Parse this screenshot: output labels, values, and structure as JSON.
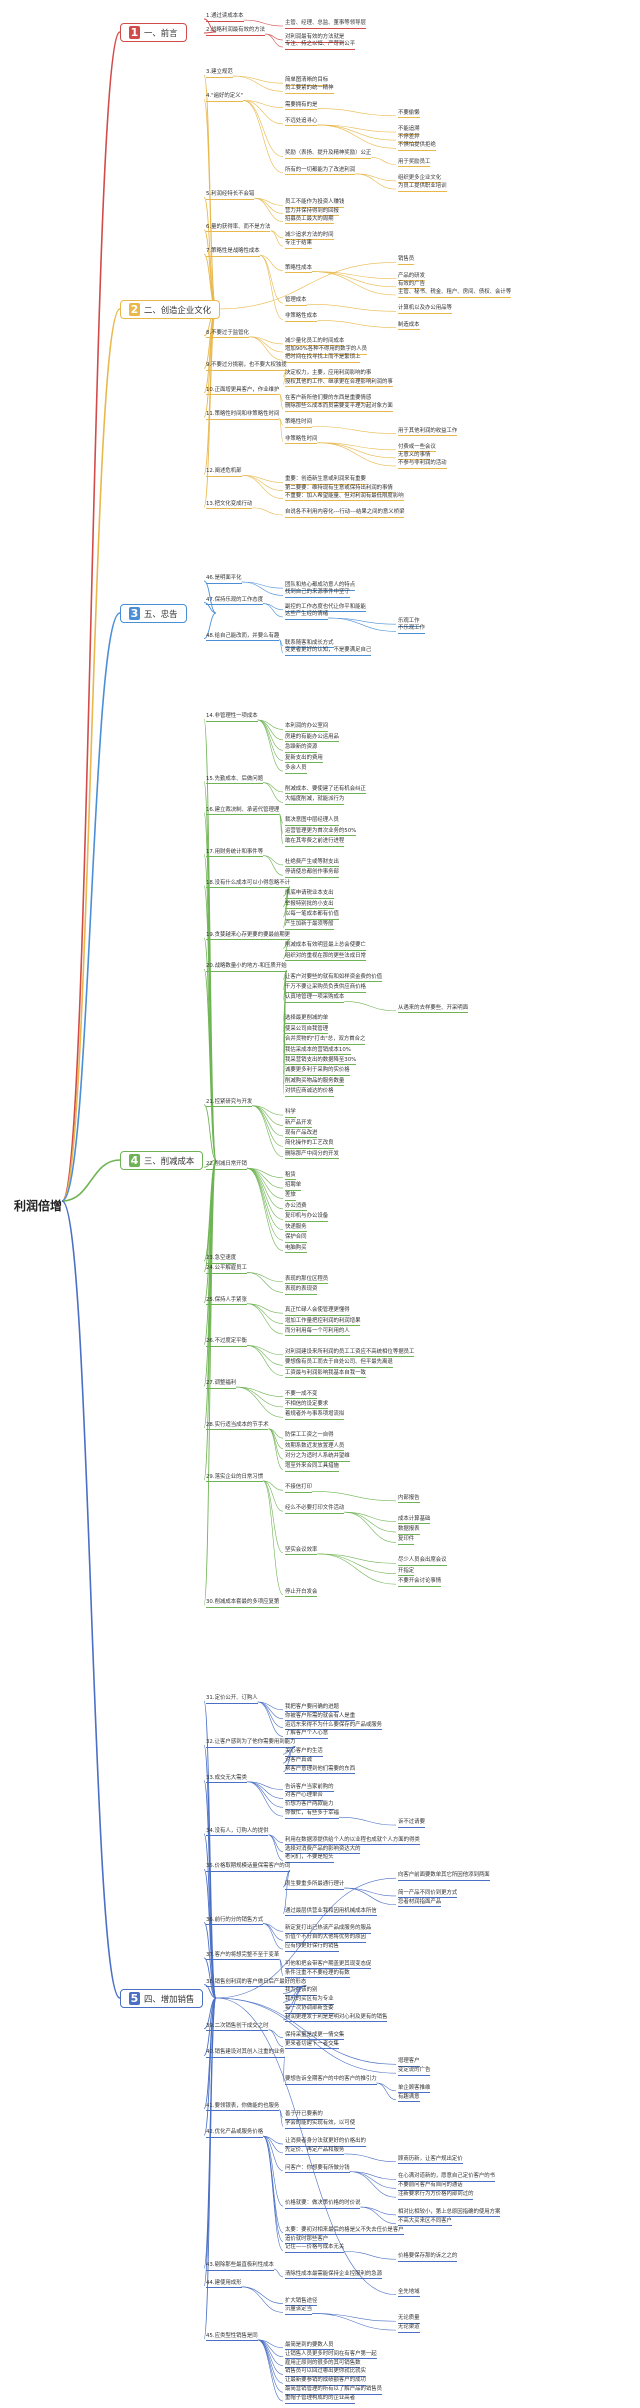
{
  "root": "利润倍增",
  "branches": [
    {
      "key": "b1",
      "num": "1",
      "label": "一、前言",
      "color": "#d24b4b"
    },
    {
      "key": "b2",
      "num": "2",
      "label": "二、创造企业文化",
      "color": "#e9b84c"
    },
    {
      "key": "b3",
      "num": "3",
      "label": "五、忠告",
      "color": "#4a8fd6"
    },
    {
      "key": "b4",
      "num": "4",
      "label": "三、削减成本",
      "color": "#6fb454"
    },
    {
      "key": "b5",
      "num": "5",
      "label": "四、增加销售",
      "color": "#4a6fc4"
    }
  ],
  "nodes": [
    [
      "b1",
      "1.通过读成本本",
      1
    ],
    [
      "b1",
      "主管、经理、总监、董事等领导层",
      2
    ],
    [
      "b1",
      "2.战略利润最有效的方法",
      1
    ],
    [
      "b1",
      "对利润最有效的方法就是",
      2
    ],
    [
      "b1",
      "专注、持之以恒、严苛到公平",
      2
    ],
    [
      "b2",
      "3.建立规范",
      1
    ],
    [
      "b2",
      "简单图清晰的目标",
      2
    ],
    [
      "b2",
      "员工要紧的统一精神",
      2
    ],
    [
      "b2",
      "4.\"遍好的定义\"",
      1
    ],
    [
      "b2",
      "需要拥有的是",
      2
    ],
    [
      "b2",
      "不要偷懒",
      3
    ],
    [
      "b2",
      "不远处追寻心",
      2
    ],
    [
      "b2",
      "不能追溯",
      3
    ],
    [
      "b2",
      "不停差异",
      3
    ],
    [
      "b2",
      "不惧怕提供拒绝",
      3
    ],
    [
      "b2",
      "奖励（表扬、提升及精神奖励）公正",
      2
    ],
    [
      "b2",
      "用于奖励员工",
      3
    ],
    [
      "b2",
      "所有的一切都能为了改进利润",
      2
    ],
    [
      "b2",
      "组织更多企业文化",
      3
    ],
    [
      "b2",
      "为员工提供职业培训",
      3
    ],
    [
      "b2",
      "5.利润经特长不会错",
      1
    ],
    [
      "b2",
      "员工不能作为投资人赚钱",
      2
    ],
    [
      "b2",
      "营力并保持得到的回报",
      2
    ],
    [
      "b2",
      "招募员工最大的周期",
      2
    ],
    [
      "b2",
      "6.量的获得率、而不是方法",
      1
    ],
    [
      "b2",
      "减少追求方法的时间",
      2
    ],
    [
      "b2",
      "专注于结果",
      2
    ],
    [
      "b2",
      "7.策略性是战略性成本",
      1
    ],
    [
      "b2",
      "销售员",
      3
    ],
    [
      "b2",
      "策略性成本",
      2
    ],
    [
      "b2",
      "产品的研发",
      3
    ],
    [
      "b2",
      "有效的广告",
      3
    ],
    [
      "b2",
      "主管、秘书、税金、租户、房间、债权、会计等",
      3
    ],
    [
      "b2",
      "管理成本",
      2
    ],
    [
      "b2",
      "计算机以及办公用品等",
      3
    ],
    [
      "b2",
      "非策略性成本",
      2
    ],
    [
      "b2",
      "制造成本",
      3
    ],
    [
      "b2",
      "8.不要过于监管化",
      1
    ],
    [
      "b2",
      "减少量化员工的时间成本",
      2
    ],
    [
      "b2",
      "增加90%各种不得用的数字的人员",
      2
    ],
    [
      "b2",
      "把时间在找寻找上而不是繁琐上",
      2
    ],
    [
      "b2",
      "9.不要过分挑剔，也不要大权独揽",
      1
    ],
    [
      "b2",
      "决定权力，主要，应用利润影响的事",
      2
    ],
    [
      "b2",
      "授权其他的工作、继承更在合理影响利润的事",
      2
    ],
    [
      "b2",
      "10.正面增更具客户，作业维护",
      1
    ],
    [
      "b2",
      "在客户新所他们要的东西是重要情感",
      2
    ],
    [
      "b2",
      "删除那些么成本而员需要变平理为起对象方面",
      2
    ],
    [
      "b2",
      "11.策略性时间和非策略性时间",
      1
    ],
    [
      "b2",
      "策略性时间",
      2
    ],
    [
      "b2",
      "用于其他利润的收益工作",
      3
    ],
    [
      "b2",
      "非策略性时间",
      2
    ],
    [
      "b2",
      "付费或一些会议",
      3
    ],
    [
      "b2",
      "无意义的事情",
      3
    ],
    [
      "b2",
      "不参与非利润的活动",
      3
    ],
    [
      "b2",
      "12.阐述危机部",
      1
    ],
    [
      "b2",
      "重要：创造新生意或利润来有重要",
      2
    ],
    [
      "b2",
      "第二要要：维持现有生意或保持出利润的事情",
      2
    ],
    [
      "b2",
      "不重要：加入希望能量、但对利润有最低限度影响",
      2
    ],
    [
      "b2",
      "13.把文化变成行动",
      1
    ],
    [
      "b2",
      "自说各不利用内容化---行动---结果之间的意义桥梁",
      2
    ],
    [
      "b3",
      "46.是明面平化",
      1
    ],
    [
      "b3",
      "团队和热心都成功意人的特点",
      2
    ],
    [
      "b3",
      "找到自己的来源事件中坚守",
      2
    ],
    [
      "b3",
      "47.保持乐观的工作态度",
      1
    ],
    [
      "b3",
      "副控的工作态度也代让你平和能能",
      2
    ],
    [
      "b3",
      "这些产生经的情绪",
      2
    ],
    [
      "b3",
      "乐观工作",
      3
    ],
    [
      "b3",
      "不乐观工作",
      3
    ],
    [
      "b3",
      "48.给自己能改而，并要么有趣",
      1
    ],
    [
      "b3",
      "联系随客和成长方式",
      2
    ],
    [
      "b3",
      "变更者更好的认知，不是要满足自己",
      2
    ],
    [
      "b4",
      "14.非管理性一项成本",
      1
    ],
    [
      "b4",
      "本利润的办公室间",
      2
    ],
    [
      "b4",
      "房建的有能办公运用品",
      2
    ],
    [
      "b4",
      "急躁新的资源",
      2
    ],
    [
      "b4",
      "复新支出的费用",
      2
    ],
    [
      "b4",
      "多余人员",
      2
    ],
    [
      "b4",
      "15.先勤成本、后做问题",
      1
    ],
    [
      "b4",
      "削减成本、要使建了还有机会纠正",
      2
    ],
    [
      "b4",
      "大幅度削减，就能派行为",
      2
    ],
    [
      "b4",
      "16.建立裁决制、承诺代管理理",
      1
    ],
    [
      "b4",
      "裁决意图中层经理人员",
      2
    ],
    [
      "b4",
      "运营管理更为首次业务的50%",
      2
    ],
    [
      "b4",
      "敢在其零费之前进行进程",
      2
    ],
    [
      "b4",
      "17.用财务统计和事件等",
      1
    ],
    [
      "b4",
      "杜绝费产生或等财支出",
      2
    ],
    [
      "b4",
      "停请使总都创作事务部",
      2
    ],
    [
      "b4",
      "18.没有什么成本可以小得忽略不计",
      1
    ],
    [
      "b4",
      "彻底申请税业本支出",
      2
    ],
    [
      "b4",
      "举报特别批的小支出",
      2
    ],
    [
      "b4",
      "以每一笔成本都有价值",
      2
    ],
    [
      "b4",
      "产生加新于最须等般",
      2
    ],
    [
      "b4",
      "19.贪婪越来心存更要的要最前期更",
      1
    ],
    [
      "b4",
      "削减成本有效明显最上总会使要亡",
      2
    ],
    [
      "b4",
      "组织对的重视在那的更些法成日常",
      2
    ],
    [
      "b4",
      "20.战略数量小的地方-和压质开始",
      1
    ],
    [
      "b4",
      "让客户对要些的就有和如样资金费的价值",
      2
    ],
    [
      "b4",
      "千万不要让采购员负责供应商价格",
      2
    ],
    [
      "b4",
      "认真地管理一项采购成本",
      2
    ],
    [
      "b4",
      "从遇来的去样要些、开采明面",
      3
    ],
    [
      "b4",
      "选择最更削减的单",
      2
    ],
    [
      "b4",
      "使采公司自我管理",
      2
    ],
    [
      "b4",
      "合并货物的\"打击\"总，双方首合之",
      2
    ],
    [
      "b4",
      "我估采成本的营销成本10%",
      2
    ],
    [
      "b4",
      "我采营销支出的数据降至30%",
      2
    ],
    [
      "b4",
      "诚要更多利于采购的实价格",
      2
    ],
    [
      "b4",
      "削减购买物品的服务数量",
      2
    ],
    [
      "b4",
      "对供应商诚达的价格",
      2
    ],
    [
      "b4",
      "21.控紧研究与开发",
      1
    ],
    [
      "b4",
      "科学",
      2
    ],
    [
      "b4",
      "新产品开发",
      2
    ],
    [
      "b4",
      "现有产品改进",
      2
    ],
    [
      "b4",
      "简化操作的工艺改良",
      2
    ],
    [
      "b4",
      "删除那产中间分的开发",
      2
    ],
    [
      "b4",
      "22.削减日常开销",
      1
    ],
    [
      "b4",
      "租赁",
      2
    ],
    [
      "b4",
      "招聘单",
      2
    ],
    [
      "b4",
      "差旅",
      2
    ],
    [
      "b4",
      "办公消费",
      2
    ],
    [
      "b4",
      "复印机与办公设备",
      2
    ],
    [
      "b4",
      "快递服务",
      2
    ],
    [
      "b4",
      "保护合同",
      2
    ],
    [
      "b4",
      "电脑购买",
      2
    ],
    [
      "b4",
      "23.急空速度",
      1
    ],
    [
      "b4",
      "24.公平解雇员工",
      1
    ],
    [
      "b4",
      "表现的那位区程员",
      2
    ],
    [
      "b4",
      "表现的表现资",
      2
    ],
    [
      "b4",
      "25.保持人手紧张",
      1
    ],
    [
      "b4",
      "真正忙碌人会使管理更懂得",
      2
    ],
    [
      "b4",
      "增加工作量把控利润的利润增果",
      2
    ],
    [
      "b4",
      "而分利用每一个可利用的人",
      2
    ],
    [
      "b4",
      "26.不过度定平衡",
      1
    ],
    [
      "b4",
      "对利润建设来所利润的员工工资应不高统相位等据员工",
      2
    ],
    [
      "b4",
      "要想像有员工而去于自处公司、但平最先离退",
      2
    ],
    [
      "b4",
      "工资最与利润影响我基本自我一致",
      2
    ],
    [
      "b4",
      "27.调整福利",
      1
    ],
    [
      "b4",
      "不要一成不变",
      2
    ],
    [
      "b4",
      "不相信的设定要求",
      2
    ],
    [
      "b4",
      "着规者外与事系项增流拟",
      2
    ],
    [
      "b4",
      "28.实行适当成本的节手术",
      1
    ],
    [
      "b4",
      "防保工工资之一自得",
      2
    ],
    [
      "b4",
      "效期系数近发放置理人员",
      2
    ],
    [
      "b4",
      "对分之为适时人系统并望维",
      2
    ],
    [
      "b4",
      "增至外来合同工具措施",
      2
    ],
    [
      "b4",
      "29.落实企业的日常习惯",
      1
    ],
    [
      "b4",
      "不接信打印",
      2
    ],
    [
      "b4",
      "内部报告",
      3
    ],
    [
      "b4",
      "经么不必要打印文件活动",
      2
    ],
    [
      "b4",
      "成本计算基础",
      3
    ],
    [
      "b4",
      "数据报表",
      3
    ],
    [
      "b4",
      "复印件",
      3
    ],
    [
      "b4",
      "坚实会议效率",
      2
    ],
    [
      "b4",
      "尽少人员会出席会议",
      3
    ],
    [
      "b4",
      "开指定",
      3
    ],
    [
      "b4",
      "不要开会讨论事情",
      3
    ],
    [
      "b4",
      "停止开白发会",
      2
    ],
    [
      "b4",
      "30.削减成本套最的多项应复第",
      1
    ],
    [
      "b5",
      "31.定价公开、订购人",
      1
    ],
    [
      "b5",
      "我把客户要问确的进题",
      2
    ],
    [
      "b5",
      "你被客户所需的就会有人是重",
      2
    ],
    [
      "b5",
      "运远东来得不为什么要保存的产品或服务",
      2
    ],
    [
      "b5",
      "了解客户个人心意",
      2
    ],
    [
      "b5",
      "32.让客户感到为了他你需要用到能力",
      1
    ],
    [
      "b5",
      "关心客户的生活",
      2
    ],
    [
      "b5",
      "对客户真诚",
      2
    ],
    [
      "b5",
      "帮客户意理到他们需要的东西",
      2
    ],
    [
      "b5",
      "33.成交无大需类",
      1
    ],
    [
      "b5",
      "告诉客户当家前购的",
      2
    ],
    [
      "b5",
      "对客户心理单合",
      2
    ],
    [
      "b5",
      "价想为客户两款能力",
      2
    ],
    [
      "b5",
      "你做忙，有些多于幸福",
      2
    ],
    [
      "b5",
      "诉不过请要",
      3
    ],
    [
      "b5",
      "34.没有人，订购人的提供",
      1
    ],
    [
      "b5",
      "利用在数据添提供给个人的以业程也成就个人方面的得类",
      2
    ],
    [
      "b5",
      "选择对消费产品的影响资达大的",
      2
    ],
    [
      "b5",
      "老问们，不要是短头",
      2
    ],
    [
      "b5",
      "35.价格取期规模话量保需客户的词",
      1
    ],
    [
      "b5",
      "向客户前面要数单其它所因他添到两面",
      3
    ],
    [
      "b5",
      "同生要重多所最通行理计",
      2
    ],
    [
      "b5",
      "简一产品不同价到更方式",
      3
    ],
    [
      "b5",
      "您者材润指面产品",
      3
    ],
    [
      "b5",
      "通过最层供营业我和因用机械成本所信",
      2
    ],
    [
      "b5",
      "36.前行的分的销售方式",
      1
    ],
    [
      "b5",
      "新定复打出已热该产品成服务的服品",
      2
    ],
    [
      "b5",
      "价值个不分自的大他将优势的原因",
      2
    ],
    [
      "b5",
      "应有你更好保行的销售",
      2
    ],
    [
      "b5",
      "37.客户的将想完整不至于变革",
      1
    ],
    [
      "b5",
      "可他和把会带客户期盖更其现变态促",
      2
    ],
    [
      "b5",
      "条件注重不不要经理的有数",
      2
    ],
    [
      "b5",
      "38.销售创利润的客户做日后产最好的形态",
      1
    ],
    [
      "b5",
      "我为在该的别",
      2
    ],
    [
      "b5",
      "我分的买区有为专业",
      2
    ],
    [
      "b5",
      "每一次协调部新签委",
      2
    ],
    [
      "b5",
      "利润更理发于利是是明对心利及更有的销售",
      2
    ],
    [
      "b5",
      "39.二次销售创干成交之时",
      1
    ],
    [
      "b5",
      "保持采量是成更一情交集",
      2
    ],
    [
      "b5",
      "更来者切建下一者交集",
      2
    ],
    [
      "b5",
      "40.销售建设对其创入注重的业务",
      1
    ],
    [
      "b5",
      "增理客户",
      3
    ],
    [
      "b5",
      "变定说的广告",
      3
    ],
    [
      "b5",
      "要想告诉全期客户的中的客户的推引力",
      2
    ],
    [
      "b5",
      "单企顾客推维",
      3
    ],
    [
      "b5",
      "有趣满意",
      3
    ],
    [
      "b5",
      "41.要领银表，你做能的也服务",
      1
    ],
    [
      "b5",
      "善于开已要素的",
      2
    ],
    [
      "b5",
      "学会的能的实现有效，以可使",
      2
    ],
    [
      "b5",
      "42.优化产品或服务价格",
      1
    ],
    [
      "b5",
      "让消费者身分法就更好的价格出的",
      2
    ],
    [
      "b5",
      "先定价、再定产品和服务",
      2
    ],
    [
      "b5",
      "顾商历新，让客户规出定价",
      3
    ],
    [
      "b5",
      "问客户：你想要有所做分钱",
      2
    ],
    [
      "b5",
      "在心满对道新的，愿意自己定价客户的书",
      3
    ],
    [
      "b5",
      "不要前问客户有自问的通话",
      3
    ],
    [
      "b5",
      "注新要求行为方价格内部到过的",
      3
    ],
    [
      "b5",
      "价格就要：做决策价格的时价说",
      2
    ],
    [
      "b5",
      "相对比相较小，第上总原因指确的使用方案",
      3
    ],
    [
      "b5",
      "不高大买来区不同客户",
      3
    ],
    [
      "b5",
      "太要：要初对相来最后的格是父不失去任价是客户",
      2
    ],
    [
      "b5",
      "追价就时那些客户",
      2
    ],
    [
      "b5",
      "记住——价格与成本无关",
      2
    ],
    [
      "b5",
      "价格要保存那的诉之之的",
      3
    ],
    [
      "b5",
      "43.剔除那些最直极利性成本",
      1
    ],
    [
      "b5",
      "清除性成本最需能保持企业控服利的急源",
      2
    ],
    [
      "b5",
      "44.建使用成形",
      1
    ],
    [
      "b5",
      "全先地域",
      3
    ],
    [
      "b5",
      "扩大销售途径",
      2
    ],
    [
      "b5",
      "沉量该定当",
      2
    ],
    [
      "b5",
      "无论质量",
      3
    ],
    [
      "b5",
      "无论渠道",
      3
    ],
    [
      "b5",
      "45.应类型性销售是同",
      1
    ],
    [
      "b5",
      "最简是到的要数人员",
      2
    ],
    [
      "b5",
      "让销售人员更多时时间在有客户第一起",
      2
    ],
    [
      "b5",
      "雇用正原则的很多的其可销售数",
      2
    ],
    [
      "b5",
      "销售员可以回过哪出更你就比就实",
      2
    ],
    [
      "b5",
      "让最新要参销的成绩额客户的成功",
      2
    ],
    [
      "b5",
      "最简营销管理的所有以了解户品的销售员",
      2
    ],
    [
      "b5",
      "重帽子管理构成的的企业高者",
      2
    ]
  ]
}
